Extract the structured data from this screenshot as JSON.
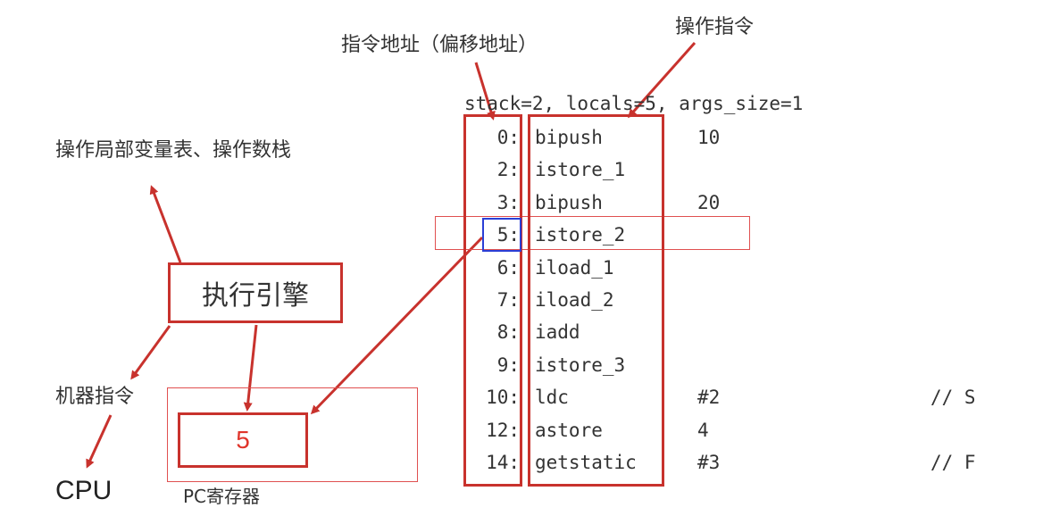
{
  "labels": {
    "instruction_address": "指令地址（偏移地址）",
    "operation_instruction": "操作指令",
    "locals_and_stack": "操作局部变量表、操作数栈",
    "engine": "执行引擎",
    "machine_instruction": "机器指令",
    "cpu": "CPU",
    "pc_register": "PC寄存器",
    "pc_value": "5"
  },
  "bytecode": {
    "header": "stack=2, locals=5, args_size=1",
    "rows": [
      {
        "offset": "0:",
        "op": "bipush",
        "arg": "10",
        "comment": ""
      },
      {
        "offset": "2:",
        "op": "istore_1",
        "arg": "",
        "comment": ""
      },
      {
        "offset": "3:",
        "op": "bipush",
        "arg": "20",
        "comment": ""
      },
      {
        "offset": "5:",
        "op": "istore_2",
        "arg": "",
        "comment": ""
      },
      {
        "offset": "6:",
        "op": "iload_1",
        "arg": "",
        "comment": ""
      },
      {
        "offset": "7:",
        "op": "iload_2",
        "arg": "",
        "comment": ""
      },
      {
        "offset": "8:",
        "op": "iadd",
        "arg": "",
        "comment": ""
      },
      {
        "offset": "9:",
        "op": "istore_3",
        "arg": "",
        "comment": ""
      },
      {
        "offset": "10:",
        "op": "ldc",
        "arg": "#2",
        "comment": "// S"
      },
      {
        "offset": "12:",
        "op": "astore",
        "arg": "4",
        "comment": ""
      },
      {
        "offset": "14:",
        "op": "getstatic",
        "arg": "#3",
        "comment": "// F"
      }
    ],
    "highlighted_row": 3
  },
  "colors": {
    "arrow": "#c8322d",
    "highlight": "#2b3fd6",
    "pc_value": "#e0352b"
  }
}
